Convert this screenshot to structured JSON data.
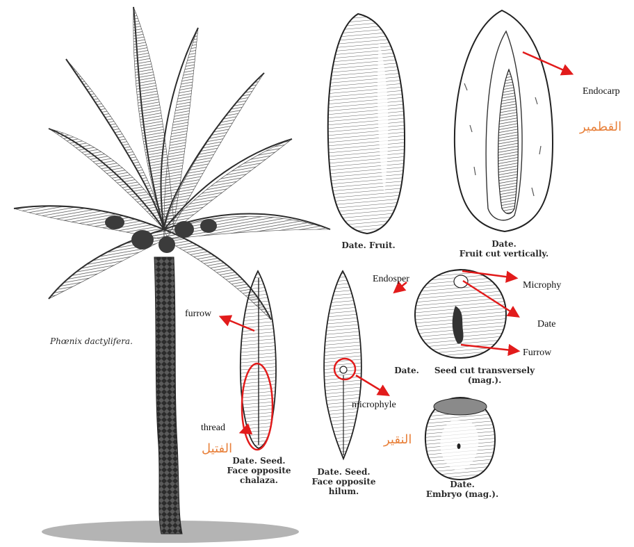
{
  "species": "Phœnix dactylifera.",
  "captions": {
    "fruit": "Date.   Fruit.",
    "fruit_cut_1": "Date.",
    "fruit_cut_2": "Fruit cut vertically.",
    "seed_chalaza_1": "Date.   Seed.",
    "seed_chalaza_2": "Face opposite",
    "seed_chalaza_3": "chalaza.",
    "seed_hilum_1": "Date.   Seed.",
    "seed_hilum_2": "Face opposite",
    "seed_hilum_3": "hilum.",
    "transverse_1": "Date.",
    "transverse_2": "Seed cut transversely",
    "transverse_3": "(mag.).",
    "embryo_1": "Date.",
    "embryo_2": "Embryo (mag.)."
  },
  "labels": {
    "endocarp": "Endocarp",
    "endocarp_ar": "القطمير",
    "endosper": "Endosper",
    "microphy": "Microphy",
    "date": "Date",
    "furrow_right": "Furrow",
    "furrow": "furrow",
    "thread": "thread",
    "thread_ar": "الفتيل",
    "microphyle": "microphyle",
    "naqir_ar": "النقير"
  },
  "colors": {
    "annotation": "#e21b1b",
    "arabic": "#e8803a",
    "ink": "#2a2a2a"
  }
}
